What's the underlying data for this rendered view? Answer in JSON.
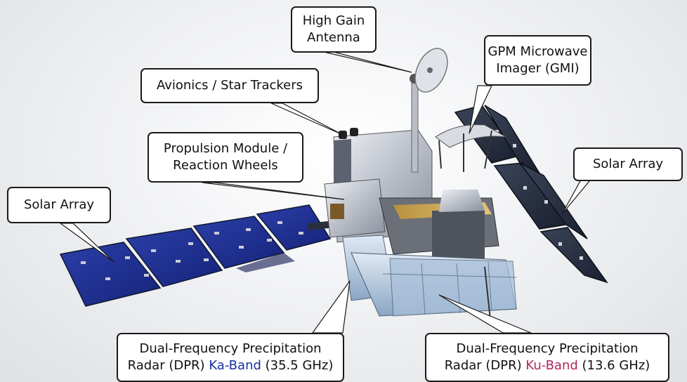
{
  "labels": {
    "high_gain_antenna": {
      "line1": "High Gain",
      "line2": "Antenna"
    },
    "gmi": {
      "line1": "GPM Microwave",
      "line2": "Imager (GMI)"
    },
    "avionics": {
      "text": "Avionics / Star Trackers"
    },
    "propulsion": {
      "line1": "Propulsion Module /",
      "line2": "Reaction Wheels"
    },
    "solar_array_left": {
      "text": "Solar Array"
    },
    "solar_array_right": {
      "text": "Solar Array"
    },
    "dpr_ka": {
      "line1": "Dual-Frequency Precipitation",
      "line2_prefix": "Radar (DPR) ",
      "band": "Ka-Band",
      "line2_suffix": " (35.5 GHz)"
    },
    "dpr_ku": {
      "line1": "Dual-Frequency Precipitation",
      "line2_prefix": "Radar (DPR) ",
      "band": "Ku-Band",
      "line2_suffix": " (13.6 GHz)"
    }
  },
  "colors": {
    "ka_band": "#1b2f9e",
    "ku_band": "#b2265c",
    "solar_panel": "#1e2f8c",
    "foil": "#c8ccd4"
  }
}
